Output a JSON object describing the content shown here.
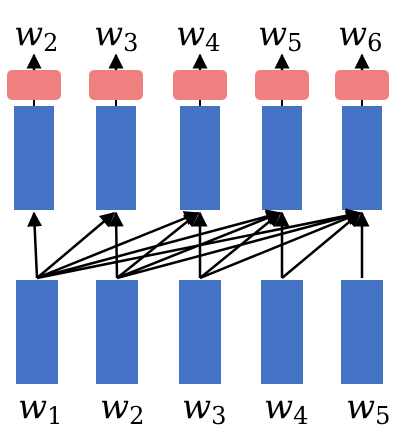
{
  "top_labels": [
    {
      "base": "w",
      "sub": "2"
    },
    {
      "base": "w",
      "sub": "3"
    },
    {
      "base": "w",
      "sub": "4"
    },
    {
      "base": "w",
      "sub": "5"
    },
    {
      "base": "w",
      "sub": "6"
    }
  ],
  "bottom_labels": [
    {
      "base": "w",
      "sub": "1"
    },
    {
      "base": "w",
      "sub": "2"
    },
    {
      "base": "w",
      "sub": "3"
    },
    {
      "base": "w",
      "sub": "4"
    },
    {
      "base": "w",
      "sub": "5"
    }
  ],
  "colors": {
    "block": "#4472C4",
    "output": "#F08080",
    "arrow": "#000000"
  }
}
